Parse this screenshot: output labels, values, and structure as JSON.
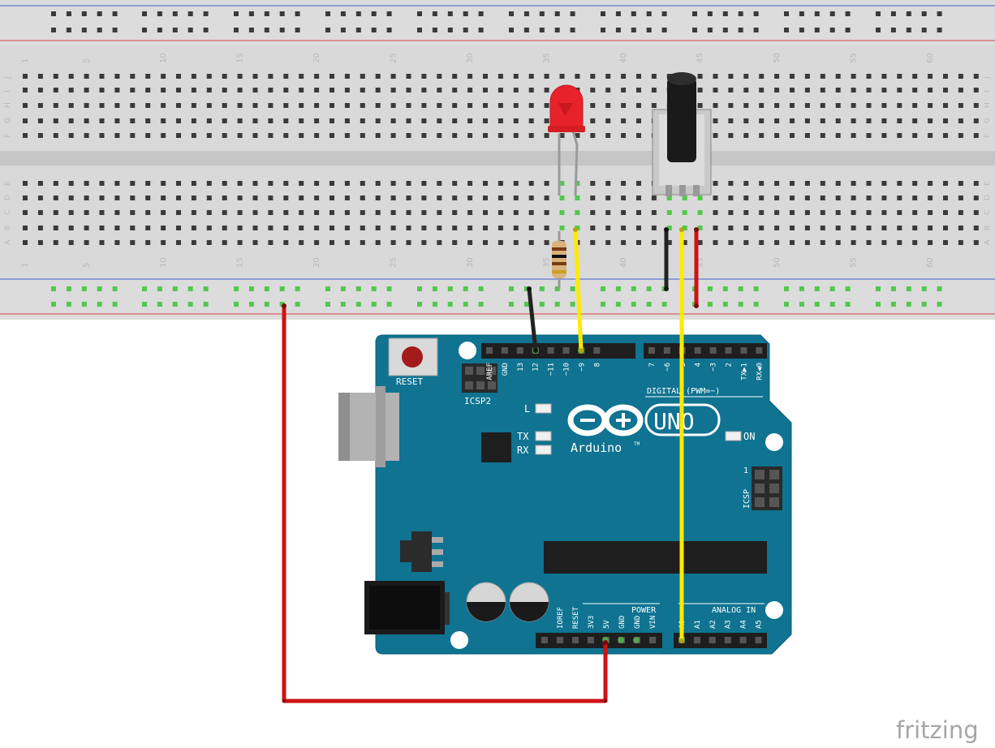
{
  "breadboard": {
    "column_numbers": [
      "1",
      "5",
      "10",
      "15",
      "20",
      "25",
      "30",
      "35",
      "40",
      "45",
      "50",
      "55",
      "60"
    ],
    "row_letters_top": [
      "J",
      "I",
      "H",
      "G",
      "F"
    ],
    "row_letters_bottom": [
      "E",
      "D",
      "C",
      "B",
      "A"
    ]
  },
  "arduino": {
    "reset_label": "RESET",
    "icsp2_label": "ICSP2",
    "icsp_label": "ICSP",
    "icsp_pin1_label": "1",
    "led_l_label": "L",
    "tx_label": "TX",
    "rx_label": "RX",
    "on_label": "ON",
    "brand_label": "Arduino",
    "trademark": "TM",
    "model_label": "UNO",
    "digital_label": "DIGITAL (PWM=~)",
    "power_label": "POWER",
    "analog_label": "ANALOG IN",
    "header_left_pins": [
      "AREF",
      "GND",
      "13",
      "12",
      "~11",
      "~10",
      "~9",
      "8"
    ],
    "header_right_pins": [
      "7",
      "~6",
      "~5",
      "4",
      "~3",
      "2",
      "TX▶1",
      "RX◀0"
    ],
    "power_pins": [
      "IOREF",
      "RESET",
      "3V3",
      "5V",
      "GND",
      "GND",
      "VIN"
    ],
    "analog_pins": [
      "A0",
      "A1",
      "A2",
      "A3",
      "A4",
      "A5"
    ]
  },
  "colors": {
    "board_blue": "#0f7391",
    "wire_red": "#cc1414",
    "wire_black": "#222222",
    "wire_yellow": "#ffea00",
    "led_red": "#e8222a",
    "breadboard": "#dcdcdc",
    "rail_red": "#d44",
    "rail_blue": "#3a5fcd"
  },
  "watermark": "fritzing"
}
